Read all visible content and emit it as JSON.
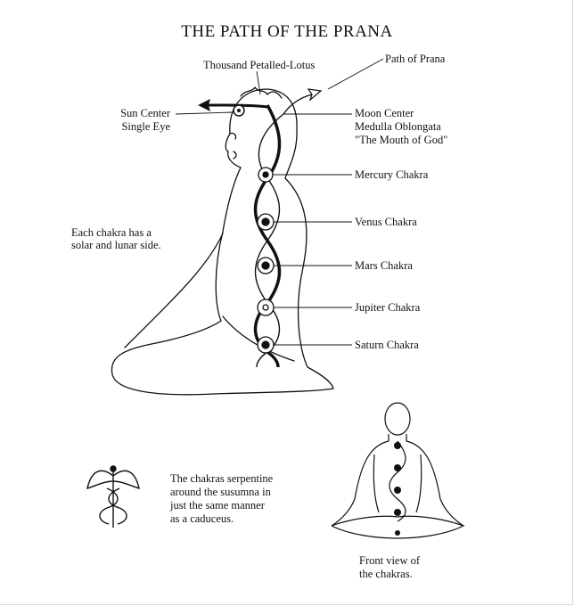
{
  "title": "THE PATH OF THE PRANA",
  "labels": {
    "thousand_petalled_lotus": "Thousand Petalled-Lotus",
    "path_of_prana": "Path of Prana",
    "sun_center": "Sun Center",
    "single_eye": "Single Eye",
    "moon_center": "Moon Center",
    "medulla_oblongata": "Medulla Oblongata",
    "mouth_of_god": "\"The Mouth of God\"",
    "mercury_chakra": "Mercury Chakra",
    "venus_chakra": "Venus Chakra",
    "mars_chakra": "Mars Chakra",
    "jupiter_chakra": "Jupiter Chakra",
    "saturn_chakra": "Saturn Chakra",
    "each_chakra_line1": "Each chakra has a",
    "each_chakra_line2": "solar and lunar side.",
    "caduceus_line1": "The chakras serpentine",
    "caduceus_line2": "around the susumna in",
    "caduceus_line3": "just the same manner",
    "caduceus_line4": "as a caduceus.",
    "front_view_line1": "Front view of",
    "front_view_line2": "the chakras."
  },
  "icons": [
    "arrow-icon",
    "chakra-icon",
    "caduceus-icon"
  ]
}
